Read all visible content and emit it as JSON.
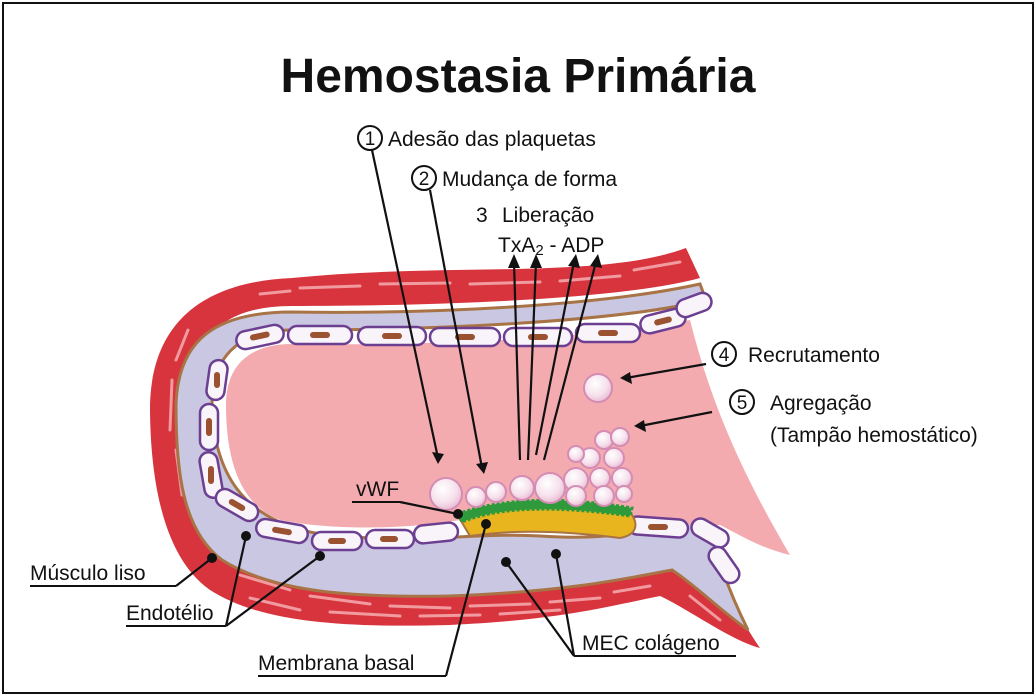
{
  "title": "Hemostasia Primária",
  "steps": {
    "s1": {
      "num": "1",
      "label": "Adesão das plaquetas"
    },
    "s2": {
      "num": "2",
      "label": "Mudança de forma"
    },
    "s3": {
      "num": "3",
      "label": "Liberação",
      "sub_main": "TxA",
      "sub_index": "2",
      "sub_rest": " - ADP"
    },
    "s4": {
      "num": "4",
      "label": "Recrutamento"
    },
    "s5": {
      "num": "5",
      "label": "Agregação",
      "sub": "(Tampão hemostático)"
    }
  },
  "structures": {
    "vwf": "vWF",
    "musculo": "Músculo liso",
    "endotelio": "Endotélio",
    "membrana": "Membrana basal",
    "mec": "MEC colágeno"
  },
  "colors": {
    "muscle": "#d8343d",
    "muscle_stripe": "#f19aa0",
    "intima": "#c9c7e2",
    "basal": "#a87345",
    "lumen": "#f3abb0",
    "cell_fill": "#f8f4fa",
    "cell_stroke": "#6d3f91",
    "nucleus": "#9a5230",
    "platelet": "#f4dce9",
    "platelet_stroke": "#d48cb4",
    "collagen": "#e8b51e",
    "vwf": "#2f9a3b"
  }
}
